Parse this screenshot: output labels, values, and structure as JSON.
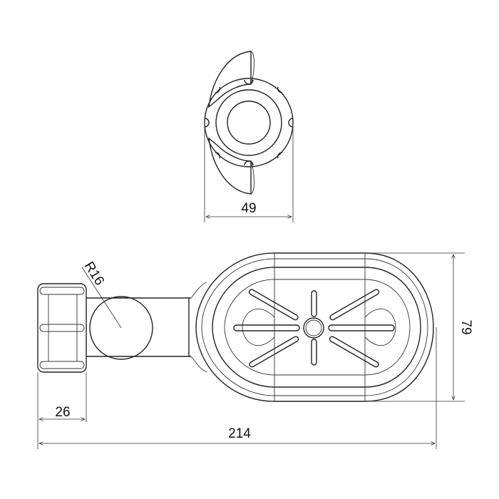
{
  "dimensions": {
    "top_width": "49",
    "nut_width": "26",
    "overall_length": "214",
    "dish_height": "79",
    "radius": "R16"
  }
}
